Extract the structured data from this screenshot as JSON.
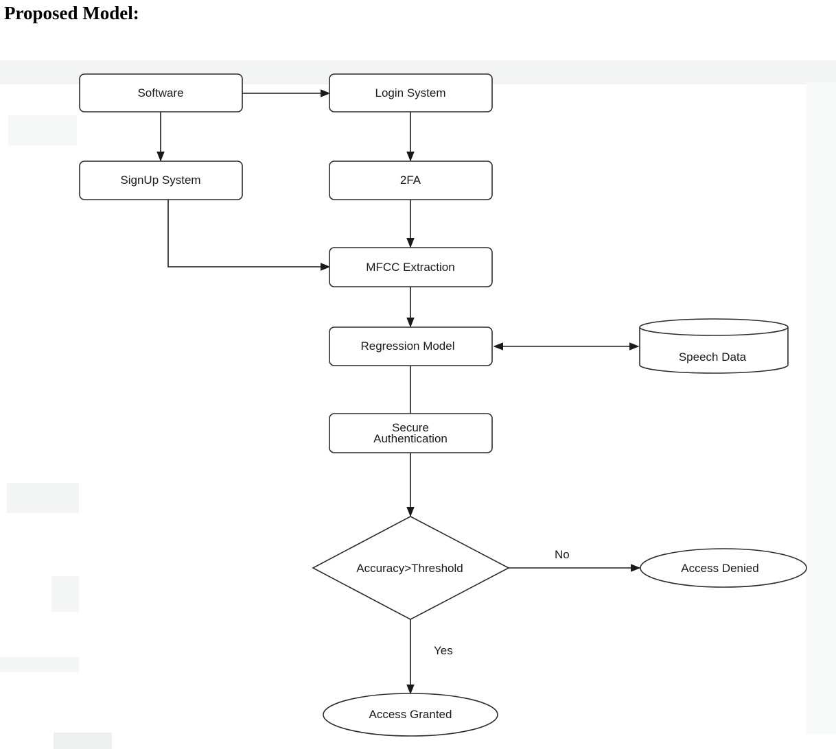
{
  "heading": "Proposed Model:",
  "nodes": {
    "software": "Software",
    "login": "Login System",
    "signup": "SignUp System",
    "twofa": "2FA",
    "mfcc": "MFCC Extraction",
    "regression": "Regression Model",
    "speech": "Speech Data",
    "secure_line1": "Secure",
    "secure_line2": "Authentication",
    "decision": "Accuracy>Threshold",
    "denied": "Access Denied",
    "granted": "Access Granted"
  },
  "edge_labels": {
    "no": "No",
    "yes": "Yes"
  }
}
